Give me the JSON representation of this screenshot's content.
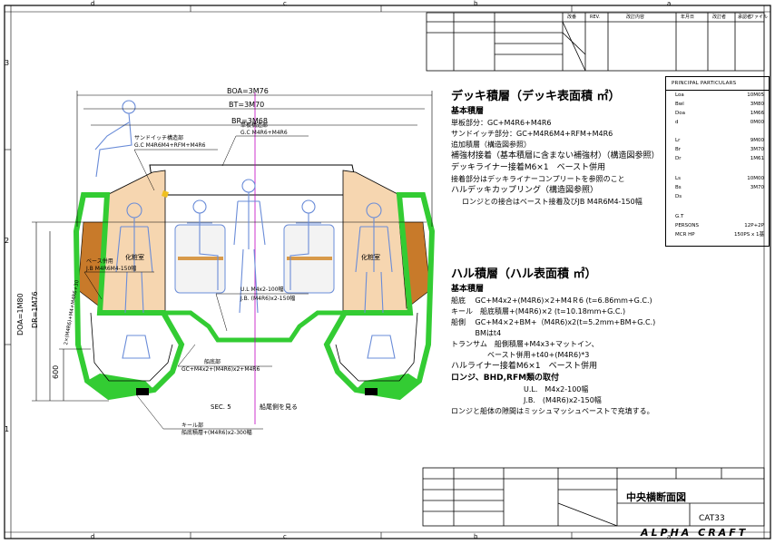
{
  "frame": {
    "columns": [
      "d",
      "c",
      "b",
      "a"
    ],
    "rows": [
      "3",
      "2",
      "1"
    ]
  },
  "revision_table": {
    "cols": [
      "REV.",
      "改番",
      "年月日",
      "改訂内容",
      "改訂者",
      "承認者",
      "ファイル"
    ]
  },
  "dims": {
    "boa": "BOA=3M76",
    "bt": "BT=3M70",
    "br": "BR=3M68",
    "doa": "DOA=1M80",
    "dr": "DR=1M76",
    "h600": "600"
  },
  "labels": {
    "sandwich": "サンドイッチ構造部",
    "sandwich_spec": "G.C M4R6M4+RFM+M4R6",
    "single": "単板構造部",
    "single_spec": "G.C M4R6+M4R6",
    "toilet_l": "化粧室",
    "toilet_r": "化粧室",
    "base_jb": "ベース併用",
    "base_jb_spec": "J.B M4R6M4-150幅",
    "side_vert": "2×(M4R6)+M4+M4R6+30",
    "ul": "U.L M4x2-100幅",
    "jb": "J.B. (M4R6)x2-150幅",
    "bottom": "船底部",
    "bottom_spec": "GC+M4x2+(M4R6)x2+M4R6",
    "sec": "SEC. 5",
    "view": "船尾側を見る",
    "keel": "キール部",
    "keel_spec": "船底積層+(M4R6)x2-300幅"
  },
  "deck_notes": {
    "title": "デッキ積層（デッキ表面積 ㎡）",
    "basic": "基本積層",
    "lines": [
      "単板部分：GC+M4R6+M4R6",
      "サンドイッチ部分：GC+M4R6M4+RFM+M4R6",
      "追加積層（構造図参照）"
    ],
    "reinf": "補強材接着（基本積層に含まない補強材）（構造図参照）",
    "liner": "デッキライナー接着M6×1　ベースト併用",
    "liner_note": "接着部分はデッキライナーコンプリートを参照のこと",
    "coupling": "ハルデッキカップリング（構造図参照）",
    "coupling_note": "ロンジとの接合はベースト接着及びJB M4R6M4-150幅"
  },
  "hull_notes": {
    "title": "ハル積層（ハル表面積 ㎡）",
    "basic": "基本積層",
    "lines": [
      "船底　 GC+M4x2+(M4R6)×2+M4Ｒ6 (t=6.86mm+G.C.)",
      "キール　船底積層+(M4R6)×2 (t=10.18mm+G.C.)",
      "船側　 GC+M4×2+BM+（M4R6)x2(t=5.2mm+BM+G.C.)",
      "　　　 BMはt4",
      "トランサム　船側積層+M4x3+マットイン、",
      "　　　　　ベースト併用+t40+(M4R6)*3"
    ],
    "liner": "ハルライナー接着M6×1　ベースト併用",
    "longi": "ロンジ、BHD,RFM類の取付",
    "ul": "U.L.　M4x2-100幅",
    "jb": "J.B.　(M4R6)x2-150幅",
    "footer": "ロンジと船体の隙間はミッシュマッシュベーストで充填する。"
  },
  "particulars": {
    "title": "PRINCIPAL PARTICULARS",
    "rows": [
      {
        "k": "Loa",
        "v": "10M05"
      },
      {
        "k": "Bwl",
        "v": "3M80"
      },
      {
        "k": "Doa",
        "v": "1M66"
      },
      {
        "k": "d",
        "v": "0M00"
      },
      {
        "k": "",
        "v": ""
      },
      {
        "k": "Lr",
        "v": "9M00"
      },
      {
        "k": "Br",
        "v": "3M70"
      },
      {
        "k": "Dr",
        "v": "1M61"
      },
      {
        "k": "",
        "v": ""
      },
      {
        "k": "Ls",
        "v": "10M00"
      },
      {
        "k": "Bs",
        "v": "3M70"
      },
      {
        "k": "Ds",
        "v": ""
      },
      {
        "k": "",
        "v": ""
      },
      {
        "k": "G.T",
        "v": ""
      },
      {
        "k": "PERSONS",
        "v": "12P+2P"
      },
      {
        "k": "MCR HP",
        "v": "150PS x 1基"
      }
    ]
  },
  "title_block": {
    "title": "中央横断面図",
    "model": "CAT33",
    "brand": "ALPHA CRAFT"
  },
  "colors": {
    "hull_green": "#33cc33",
    "tan": "#f6d6b0",
    "cork": "#c87a2a",
    "figure_blue": "#6a8cd8",
    "magenta": "#c000c0"
  }
}
